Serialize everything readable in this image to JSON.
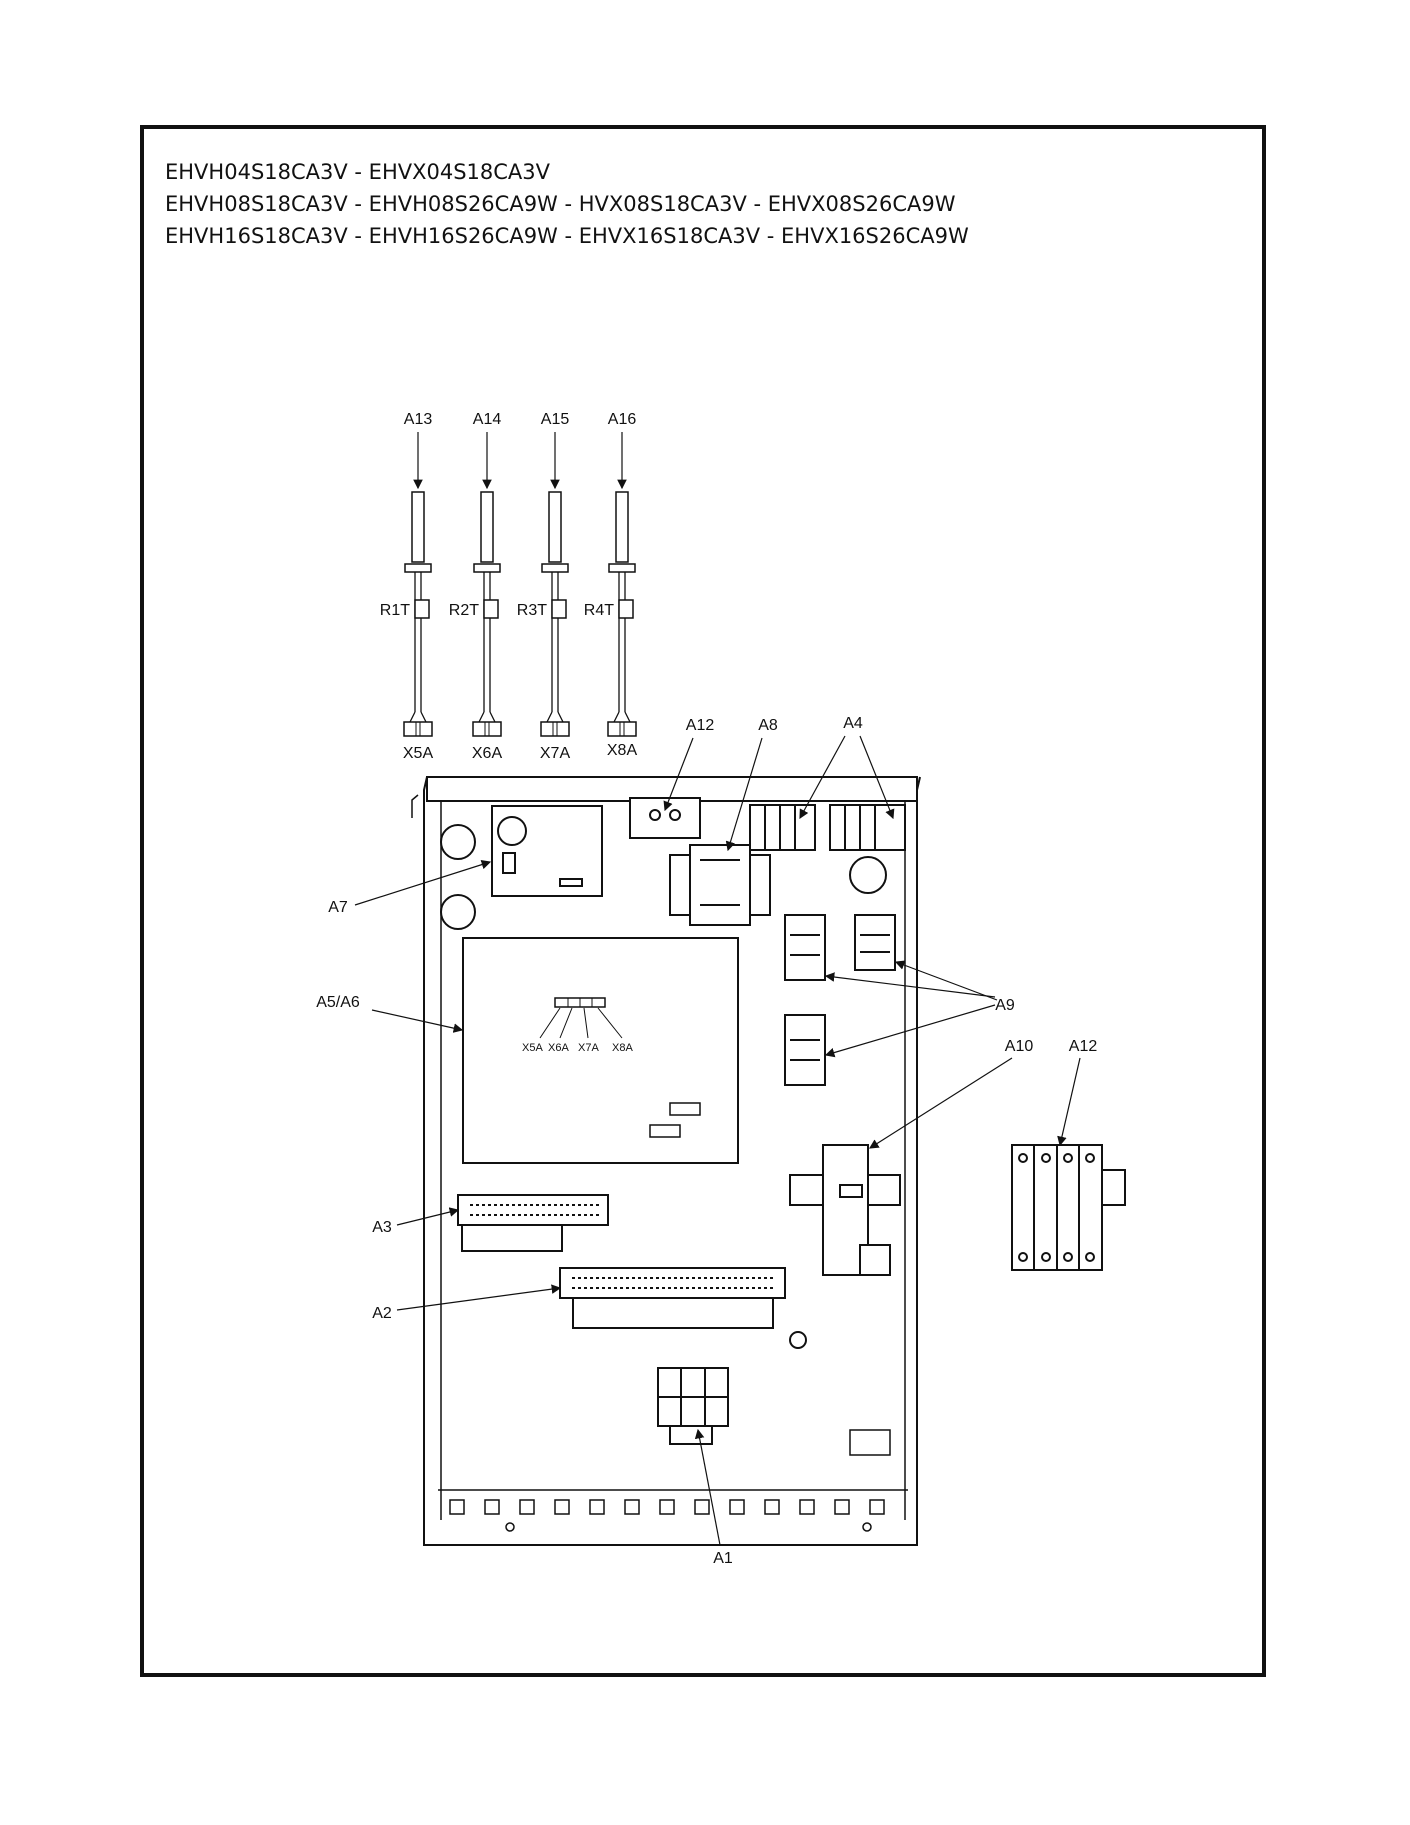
{
  "header": {
    "model_lines": [
      "EHVH04S18CA3V - EHVX04S18CA3V",
      "EHVH08S18CA3V - EHVH08S26CA9W - HVX08S18CA3V - EHVX08S26CA9W",
      "EHVH16S18CA3V - EHVH16S26CA9W - EHVX16S18CA3V - EHVX16S26CA9W"
    ]
  },
  "sensors": [
    {
      "part": "A13",
      "resistor": "R1T",
      "connector": "X5A"
    },
    {
      "part": "A14",
      "resistor": "R2T",
      "connector": "X6A"
    },
    {
      "part": "A15",
      "resistor": "R3T",
      "connector": "X7A"
    },
    {
      "part": "A16",
      "resistor": "R4T",
      "connector": "X8A"
    }
  ],
  "callouts": {
    "a1": "A1",
    "a2": "A2",
    "a3": "A3",
    "a4": "A4",
    "a5a6": "A5/A6",
    "a7": "A7",
    "a8": "A8",
    "a9": "A9",
    "a10": "A10",
    "a12_top": "A12",
    "a12_side": "A12"
  },
  "pcb_connectors": [
    "X5A",
    "X6A",
    "X7A",
    "X8A"
  ]
}
